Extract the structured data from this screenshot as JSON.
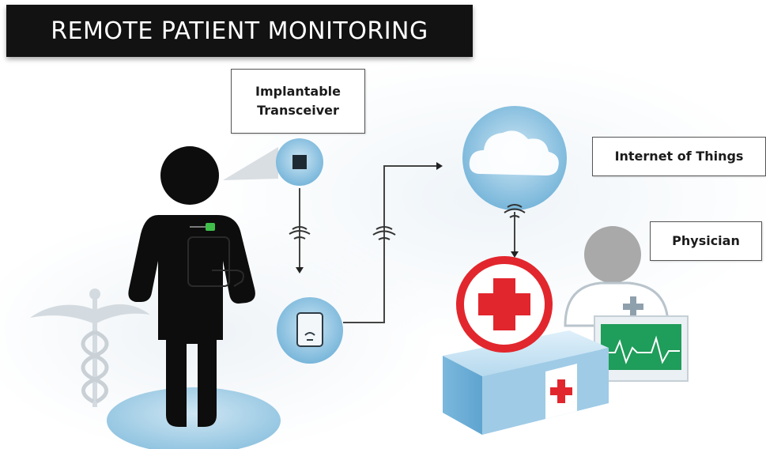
{
  "title": "REMOTE PATIENT MONITORING",
  "labels": {
    "implant_line1": "Implantable",
    "implant_line2": "Transceiver",
    "iot": "Internet of Things",
    "physician": "Physician"
  },
  "colors": {
    "title_bg": "#121212",
    "figure": "#0d0d0d",
    "circle_blue": "#8fc6e3",
    "cross_red": "#e2262d",
    "monitor_green": "#1f9d5a",
    "sensor_green": "#3fbf4a"
  },
  "icons": [
    "caduceus-icon",
    "patient-figure",
    "sensor-chip-icon",
    "wifi-signal-icon",
    "tablet-device-icon",
    "cloud-icon",
    "medical-cross-icon",
    "hospital-box-icon",
    "physician-icon",
    "heart-monitor-icon"
  ]
}
